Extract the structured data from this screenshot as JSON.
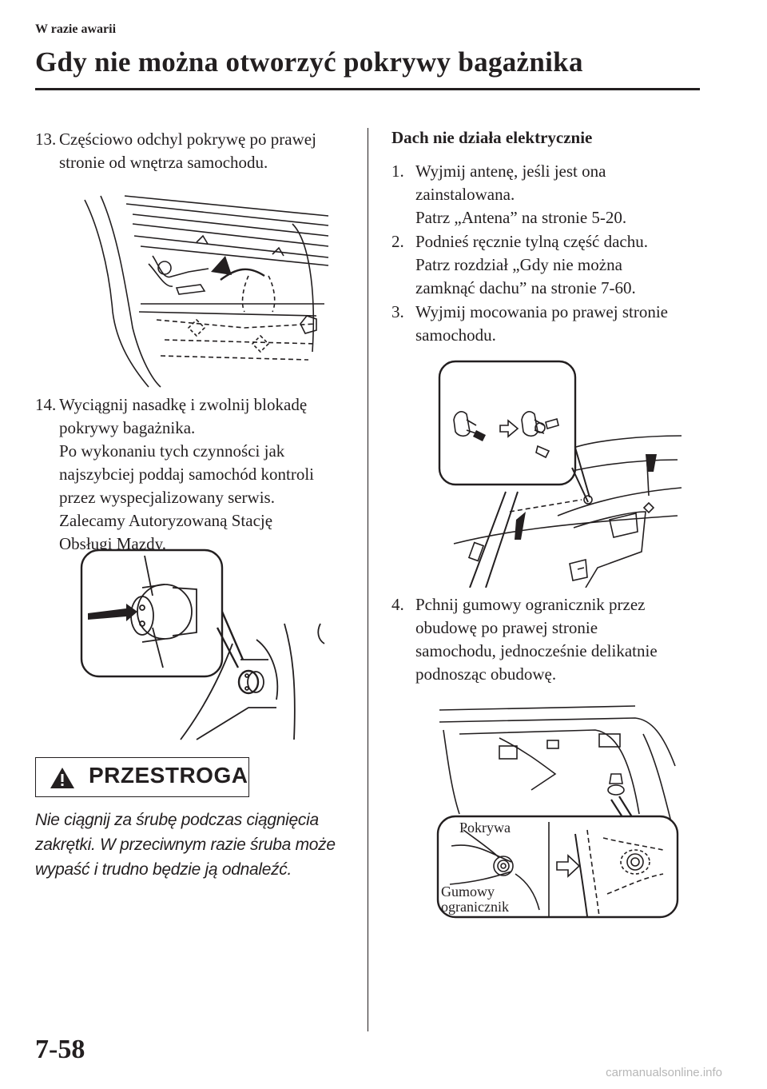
{
  "header": {
    "section": "W razie awarii",
    "title": "Gdy nie można otworzyć pokrywy bagażnika"
  },
  "left_column": {
    "step13": {
      "number": "13.",
      "lines": [
        "Częściowo odchyl pokrywę po prawej",
        "stronie od wnętrza samochodu."
      ]
    },
    "step14": {
      "number": "14.",
      "lines": [
        "Wyciągnij nasadkę i zwolnij blokadę",
        "pokrywy bagażnika.",
        "Po wykonaniu tych czynności jak",
        "najszybciej poddaj samochód kontroli",
        "przez wyspecjalizowany serwis.",
        "Zalecamy Autoryzowaną Stację",
        "Obsługi Mazdy."
      ]
    },
    "caution": {
      "title": "PRZESTROGA",
      "lines": [
        "Nie ciągnij za śrubę podczas ciągnięcia",
        "zakrętki. W przeciwnym razie śruba może",
        "wypaść i trudno będzie ją odnaleźć."
      ]
    }
  },
  "right_column": {
    "heading": "Dach nie działa elektrycznie",
    "step1": {
      "number": "1.",
      "lines": [
        "Wyjmij antenę, jeśli jest ona",
        "zainstalowana.",
        "Patrz „Antena” na stronie 5-20."
      ]
    },
    "step2": {
      "number": "2.",
      "lines": [
        "Podnieś ręcznie tylną część dachu.",
        "Patrz rozdział „Gdy nie można",
        "zamknąć dachu” na stronie 7-60."
      ]
    },
    "step3": {
      "number": "3.",
      "lines": [
        "Wyjmij mocowania po prawej stronie",
        "samochodu."
      ]
    },
    "step4": {
      "number": "4.",
      "lines": [
        "Pchnij gumowy ogranicznik przez",
        "obudowę po prawej stronie",
        "samochodu, jednocześnie delikatnie",
        "podnosząc obudowę."
      ]
    },
    "figure4_labels": {
      "cover": "Pokrywa",
      "stopper_line1": "Gumowy",
      "stopper_line2": "ogranicznik"
    }
  },
  "footer": {
    "page_number": "7-58",
    "watermark": "carmanualsonline.info"
  }
}
